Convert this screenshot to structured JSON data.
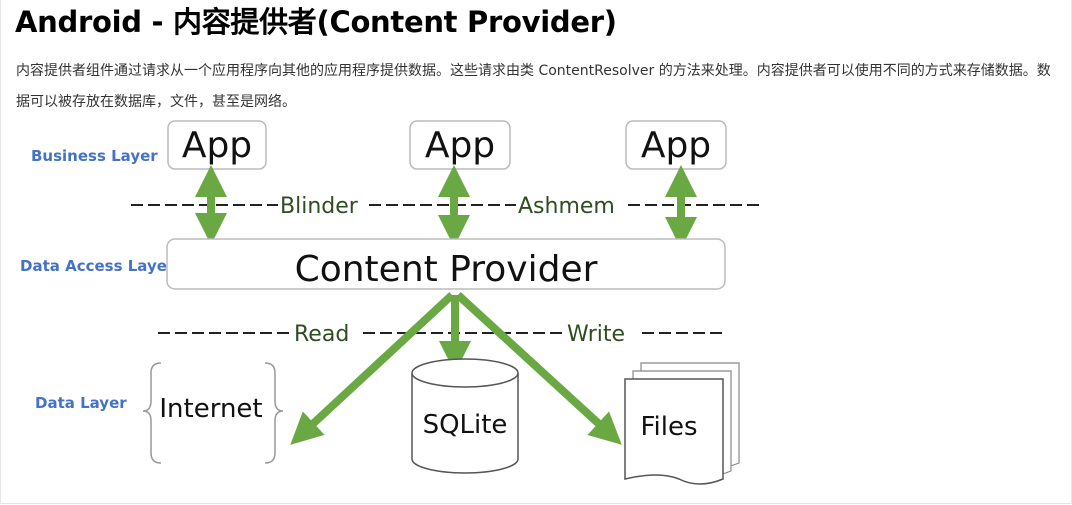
{
  "page": {
    "title": "Android - 内容提供者(Content Provider)",
    "intro": "内容提供者组件通过请求从一个应用程序向其他的应用程序提供数据。这些请求由类 ContentResolver 的方法来处理。内容提供者可以使用不同的方式来存储数据。数据可以被存放在数据库，文件，甚至是网络。"
  },
  "diagram": {
    "layers": {
      "business": "Business Layer",
      "data_access": "Data Access Layer",
      "data": "Data Layer"
    },
    "apps": [
      "App",
      "App",
      "App"
    ],
    "line_labels": {
      "blinder": "Blinder",
      "ashmem": "Ashmem",
      "read": "Read",
      "write": "Write"
    },
    "provider": "Content Provider",
    "sources": {
      "internet": "Internet",
      "sqlite": "SQLite",
      "files": "Files"
    },
    "colors": {
      "arrow": "#6aa843",
      "line_label": "#2e4d20",
      "layer_label": "#4472c4",
      "box_border": "#bbbbbb"
    }
  }
}
